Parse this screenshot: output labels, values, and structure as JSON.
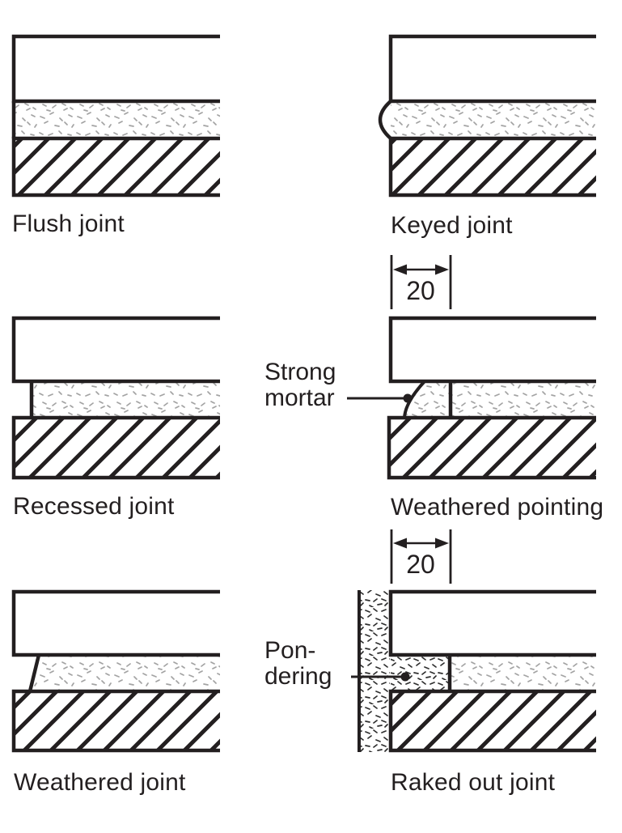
{
  "figure": {
    "labels": {
      "flush": "Flush joint",
      "keyed": "Keyed joint",
      "recessed": "Recessed joint",
      "weathered_pointing": "Weathered pointing",
      "weathered": "Weathered joint",
      "raked": "Raked out joint"
    },
    "annotations": {
      "strong_mortar": "Strong\nmortar",
      "pondering": "Pon-\ndering"
    },
    "dimensions": {
      "weathered_pointing_width_mm": "20",
      "raked_depth_mm": "20"
    },
    "colors": {
      "line": "#231f20",
      "background": "#ffffff",
      "mortar_stipple": "#a3a3a3",
      "render_stipple": "#2e2e2e"
    }
  }
}
